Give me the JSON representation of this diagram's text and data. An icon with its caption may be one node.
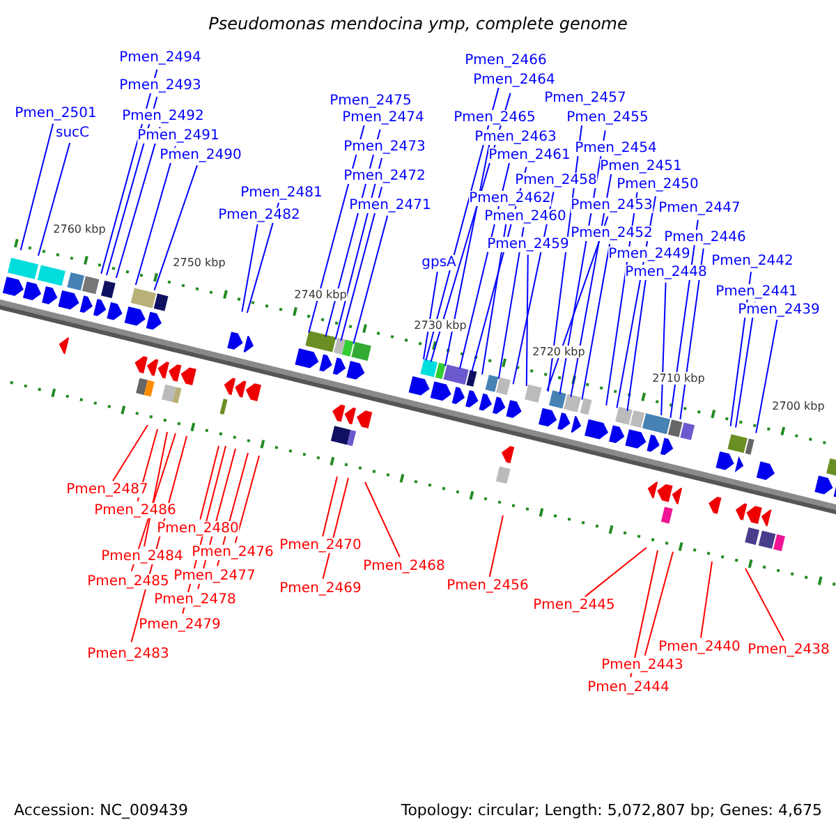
{
  "diagram": {
    "title": "Pseudomonas mendocina ymp, complete genome",
    "nodes": [
      {
        "text": [
          "Pmen_2501"
        ]
      },
      {
        "text": [
          "sucC"
        ]
      },
      {
        "text": [
          "Pmen_2494"
        ]
      },
      {
        "text": [
          "Pmen_2493"
        ]
      },
      {
        "text": [
          "Pmen_2492"
        ]
      },
      {
        "text": [
          "Pmen_2491"
        ]
      },
      {
        "text": [
          "Pmen_2490"
        ]
      },
      {
        "text": [
          "Pmen_2481"
        ]
      },
      {
        "text": [
          "Pmen_2482"
        ]
      },
      {
        "text": [
          "Pmen_2475"
        ]
      },
      {
        "text": [
          "Pmen_2474"
        ]
      },
      {
        "text": [
          "Pmen_2473"
        ]
      },
      {
        "text": [
          "Pmen_2472"
        ]
      },
      {
        "text": [
          "Pmen_2471"
        ]
      },
      {
        "text": [
          "gpsA"
        ]
      },
      {
        "text": [
          "Pmen_2466"
        ]
      },
      {
        "text": [
          "Pmen_2464"
        ]
      },
      {
        "text": [
          "Pmen_2465"
        ]
      },
      {
        "text": [
          "Pmen_2463"
        ]
      },
      {
        "text": [
          "Pmen_2461"
        ]
      },
      {
        "text": [
          "Pmen_2462"
        ]
      },
      {
        "text": [
          "Pmen_2458"
        ]
      },
      {
        "text": [
          "Pmen_2460"
        ]
      },
      {
        "text": [
          "Pmen_2459"
        ]
      },
      {
        "text": [
          "Pmen_2457"
        ]
      },
      {
        "text": [
          "Pmen_2455"
        ]
      },
      {
        "text": [
          "Pmen_2454"
        ]
      },
      {
        "text": [
          "Pmen_2451"
        ]
      },
      {
        "text": [
          "Pmen_2450"
        ]
      },
      {
        "text": [
          "Pmen_2453"
        ]
      },
      {
        "text": [
          "Pmen_2452"
        ]
      },
      {
        "text": [
          "Pmen_2447"
        ]
      },
      {
        "text": [
          "Pmen_2449"
        ]
      },
      {
        "text": [
          "Pmen_2448"
        ]
      },
      {
        "text": [
          "Pmen_2446"
        ]
      },
      {
        "text": [
          "Pmen_2442"
        ]
      },
      {
        "text": [
          "Pmen_2441"
        ]
      },
      {
        "text": [
          "Pmen_2439"
        ]
      },
      {
        "text": [
          "Pmen_2487"
        ]
      },
      {
        "text": [
          "Pmen_2486"
        ]
      },
      {
        "text": [
          "Pmen_2484"
        ]
      },
      {
        "text": [
          "Pmen_2485"
        ]
      },
      {
        "text": [
          "Pmen_2483"
        ]
      },
      {
        "text": [
          "Pmen_2480"
        ]
      },
      {
        "text": [
          "Pmen_2476"
        ]
      },
      {
        "text": [
          "Pmen_2477"
        ]
      },
      {
        "text": [
          "Pmen_2478"
        ]
      },
      {
        "text": [
          "Pmen_2479"
        ]
      },
      {
        "text": [
          "Pmen_2470"
        ]
      },
      {
        "text": [
          "Pmen_2469"
        ]
      },
      {
        "text": [
          "Pmen_2468"
        ]
      },
      {
        "text": [
          "Pmen_2456"
        ]
      },
      {
        "text": [
          "Pmen_2445"
        ]
      },
      {
        "text": [
          "Pmen_2444"
        ]
      },
      {
        "text": [
          "Pmen_2443"
        ]
      },
      {
        "text": [
          "Pmen_2440"
        ]
      },
      {
        "text": [
          "Pmen_2438"
        ]
      }
    ],
    "edges": [
      {
        "from": 0,
        "to": null,
        "arrow": "none"
      },
      {
        "from": 1,
        "to": null,
        "arrow": "none"
      },
      {
        "from": 2,
        "to": null,
        "arrow": "none"
      },
      {
        "from": 3,
        "to": null,
        "arrow": "none"
      },
      {
        "from": 4,
        "to": null,
        "arrow": "none"
      },
      {
        "from": 5,
        "to": null,
        "arrow": "none"
      },
      {
        "from": 6,
        "to": null,
        "arrow": "none"
      },
      {
        "from": 7,
        "to": null,
        "arrow": "none"
      },
      {
        "from": 8,
        "to": null,
        "arrow": "none"
      },
      {
        "from": 9,
        "to": null,
        "arrow": "none"
      },
      {
        "from": 10,
        "to": null,
        "arrow": "none"
      },
      {
        "from": 11,
        "to": null,
        "arrow": "none"
      },
      {
        "from": 12,
        "to": null,
        "arrow": "none"
      },
      {
        "from": 13,
        "to": null,
        "arrow": "none"
      },
      {
        "from": 14,
        "to": null,
        "arrow": "none"
      },
      {
        "from": 15,
        "to": null,
        "arrow": "none"
      },
      {
        "from": 16,
        "to": null,
        "arrow": "none"
      },
      {
        "from": 17,
        "to": null,
        "arrow": "none"
      },
      {
        "from": 18,
        "to": null,
        "arrow": "none"
      },
      {
        "from": 19,
        "to": null,
        "arrow": "none"
      },
      {
        "from": 20,
        "to": null,
        "arrow": "none"
      },
      {
        "from": 21,
        "to": null,
        "arrow": "none"
      },
      {
        "from": 22,
        "to": null,
        "arrow": "none"
      },
      {
        "from": 23,
        "to": null,
        "arrow": "none"
      },
      {
        "from": 24,
        "to": null,
        "arrow": "none"
      },
      {
        "from": 25,
        "to": null,
        "arrow": "none"
      },
      {
        "from": 26,
        "to": null,
        "arrow": "none"
      },
      {
        "from": 27,
        "to": null,
        "arrow": "none"
      },
      {
        "from": 28,
        "to": null,
        "arrow": "none"
      },
      {
        "from": 29,
        "to": null,
        "arrow": "none"
      },
      {
        "from": 30,
        "to": null,
        "arrow": "none"
      },
      {
        "from": 31,
        "to": null,
        "arrow": "none"
      },
      {
        "from": 32,
        "to": null,
        "arrow": "none"
      },
      {
        "from": 33,
        "to": null,
        "arrow": "none"
      },
      {
        "from": 34,
        "to": null,
        "arrow": "none"
      },
      {
        "from": 35,
        "to": null,
        "arrow": "none"
      },
      {
        "from": 36,
        "to": null,
        "arrow": "none"
      },
      {
        "from": 37,
        "to": null,
        "arrow": "none"
      },
      {
        "from": 38,
        "to": null,
        "arrow": "none",
        "color": "#ff0000"
      },
      {
        "from": 39,
        "to": null,
        "arrow": "none",
        "color": "#ff0000"
      },
      {
        "from": 40,
        "to": null,
        "arrow": "none",
        "color": "#ff0000"
      },
      {
        "from": 41,
        "to": null,
        "arrow": "none",
        "color": "#ff0000"
      },
      {
        "from": 42,
        "to": null,
        "arrow": "none",
        "color": "#ff0000"
      },
      {
        "from": 43,
        "to": null,
        "arrow": "none",
        "color": "#ff0000"
      },
      {
        "from": 44,
        "to": null,
        "arrow": "none",
        "color": "#ff0000"
      },
      {
        "from": 45,
        "to": null,
        "arrow": "none",
        "color": "#ff0000"
      },
      {
        "from": 46,
        "to": null,
        "arrow": "none",
        "color": "#ff0000"
      },
      {
        "from": 47,
        "to": null,
        "arrow": "none",
        "color": "#ff0000"
      },
      {
        "from": 48,
        "to": null,
        "arrow": "none",
        "color": "#ff0000"
      },
      {
        "from": 49,
        "to": null,
        "arrow": "none",
        "color": "#ff0000"
      },
      {
        "from": 50,
        "to": null,
        "arrow": "none",
        "color": "#ff0000"
      },
      {
        "from": 51,
        "to": null,
        "arrow": "none",
        "color": "#ff0000"
      },
      {
        "from": 52,
        "to": null,
        "arrow": "none",
        "color": "#ff0000"
      },
      {
        "from": 53,
        "to": null,
        "arrow": "none",
        "color": "#ff0000"
      },
      {
        "from": 54,
        "to": null,
        "arrow": "none",
        "color": "#ff0000"
      },
      {
        "from": 55,
        "to": null,
        "arrow": "none",
        "color": "#ff0000"
      },
      {
        "from": 56,
        "to": null,
        "arrow": "none",
        "color": "#ff0000"
      }
    ],
    "labels": [
      "2760 kbp",
      "2750 kbp",
      "2740 kbp",
      "2730 kbp",
      "2720 kbp",
      "2710 kbp",
      "2700 kbp",
      "Accession: NC_009439",
      "Topology: circular; Length: 5,072,807 bp; Genes: 4,675"
    ]
  }
}
